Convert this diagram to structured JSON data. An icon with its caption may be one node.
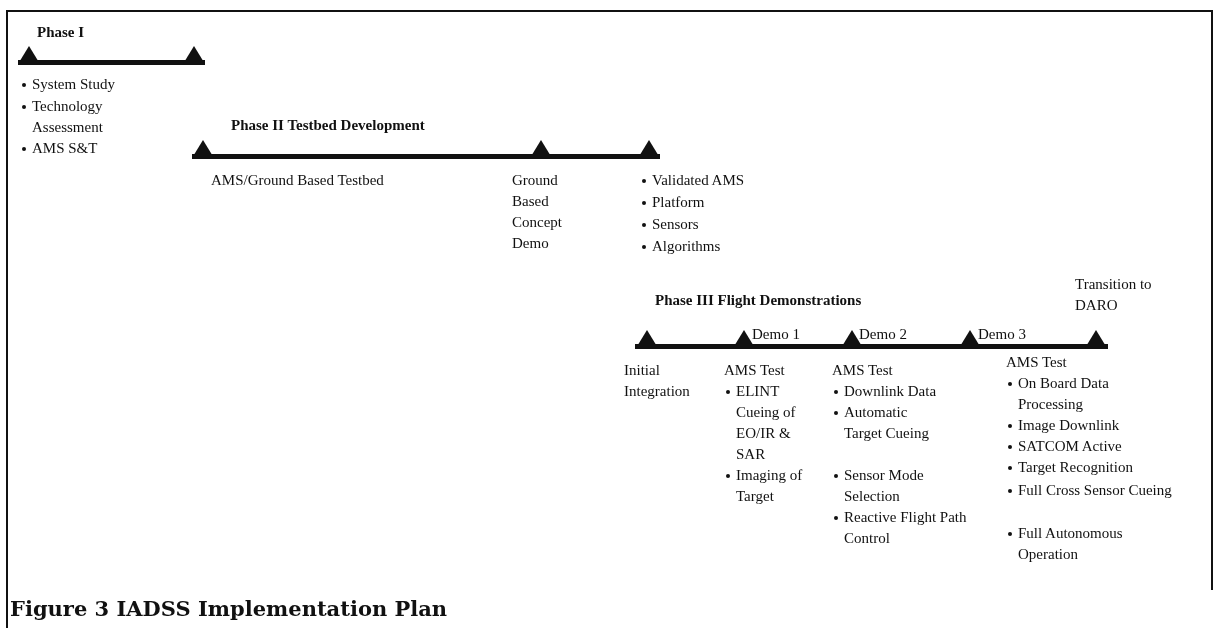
{
  "diagram": {
    "caption": "Figure 3 IADSS Implementation Plan",
    "labels": [
      "Phase I",
      "System Study",
      "Technology Assessment",
      "AMS S&T",
      "Phase II Testbed Development",
      "AMS/Ground Based Testbed",
      "Ground Based Concept Demo",
      "Validated AMS",
      "Platform",
      "Sensors",
      "Algorithms",
      "Phase III Flight Demonstrations",
      "Transition to DARO",
      "Demo 1",
      "Demo 2",
      "Demo 3",
      "Initial Integration",
      "AMS Test",
      "ELINT Cueing of EO/IR & SAR",
      "Imaging of Target",
      "AMS Test",
      "Downlink Data",
      "Automatic Target Cueing",
      "Sensor Mode Selection",
      "Reactive Flight Path Control",
      "AMS Test",
      "On Board Data Processing",
      "Image Downlink",
      "SATCOM Active",
      "Target Recognition",
      "Full Cross Sensor Cueing",
      "Full Autonomous Operation"
    ]
  }
}
